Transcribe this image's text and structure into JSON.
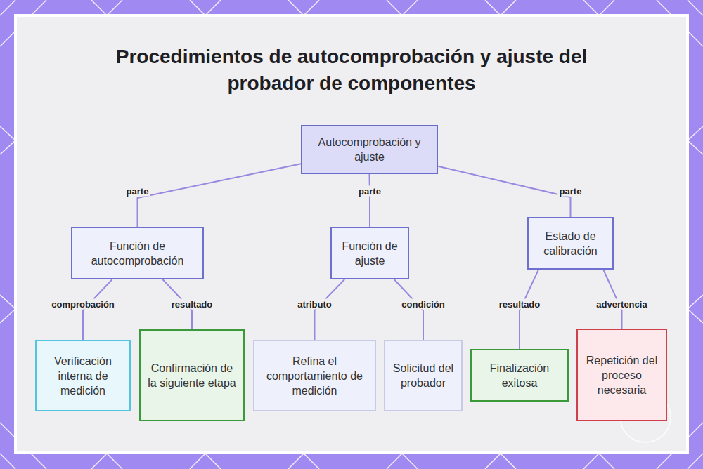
{
  "diagram": {
    "title": "Procedimientos de autocomprobación y ajuste del probador de componentes",
    "nodes": [
      {
        "text": [
          "Autocomprobación y ajuste"
        ]
      },
      {
        "text": [
          "Función de autocomprobación"
        ]
      },
      {
        "text": [
          "Función de ajuste"
        ]
      },
      {
        "text": [
          "Estado de calibración"
        ]
      },
      {
        "text": [
          "Verificación interna de medición"
        ]
      },
      {
        "text": [
          "Confirmación de la siguiente etapa"
        ]
      },
      {
        "text": [
          "Refina el comportamiento de medición"
        ]
      },
      {
        "text": [
          "Solicitud del probador"
        ]
      },
      {
        "text": [
          "Finalización exitosa"
        ]
      },
      {
        "text": [
          "Repetición del proceso necesaria"
        ]
      }
    ],
    "edges": [
      {
        "from": 0,
        "to": 1,
        "label": "parte",
        "arrow": "none"
      },
      {
        "from": 0,
        "to": 2,
        "label": "parte",
        "arrow": "none"
      },
      {
        "from": 0,
        "to": 3,
        "label": "parte",
        "arrow": "none"
      },
      {
        "from": 1,
        "to": 4,
        "label": "comprobación",
        "arrow": "none"
      },
      {
        "from": 1,
        "to": 5,
        "label": "resultado",
        "arrow": "none"
      },
      {
        "from": 2,
        "to": 6,
        "label": "atributo",
        "arrow": "none"
      },
      {
        "from": 2,
        "to": 7,
        "label": "condición",
        "arrow": "none"
      },
      {
        "from": 3,
        "to": 8,
        "label": "resultado",
        "arrow": "none"
      },
      {
        "from": 3,
        "to": 9,
        "label": "advertencia",
        "arrow": "none"
      }
    ]
  }
}
